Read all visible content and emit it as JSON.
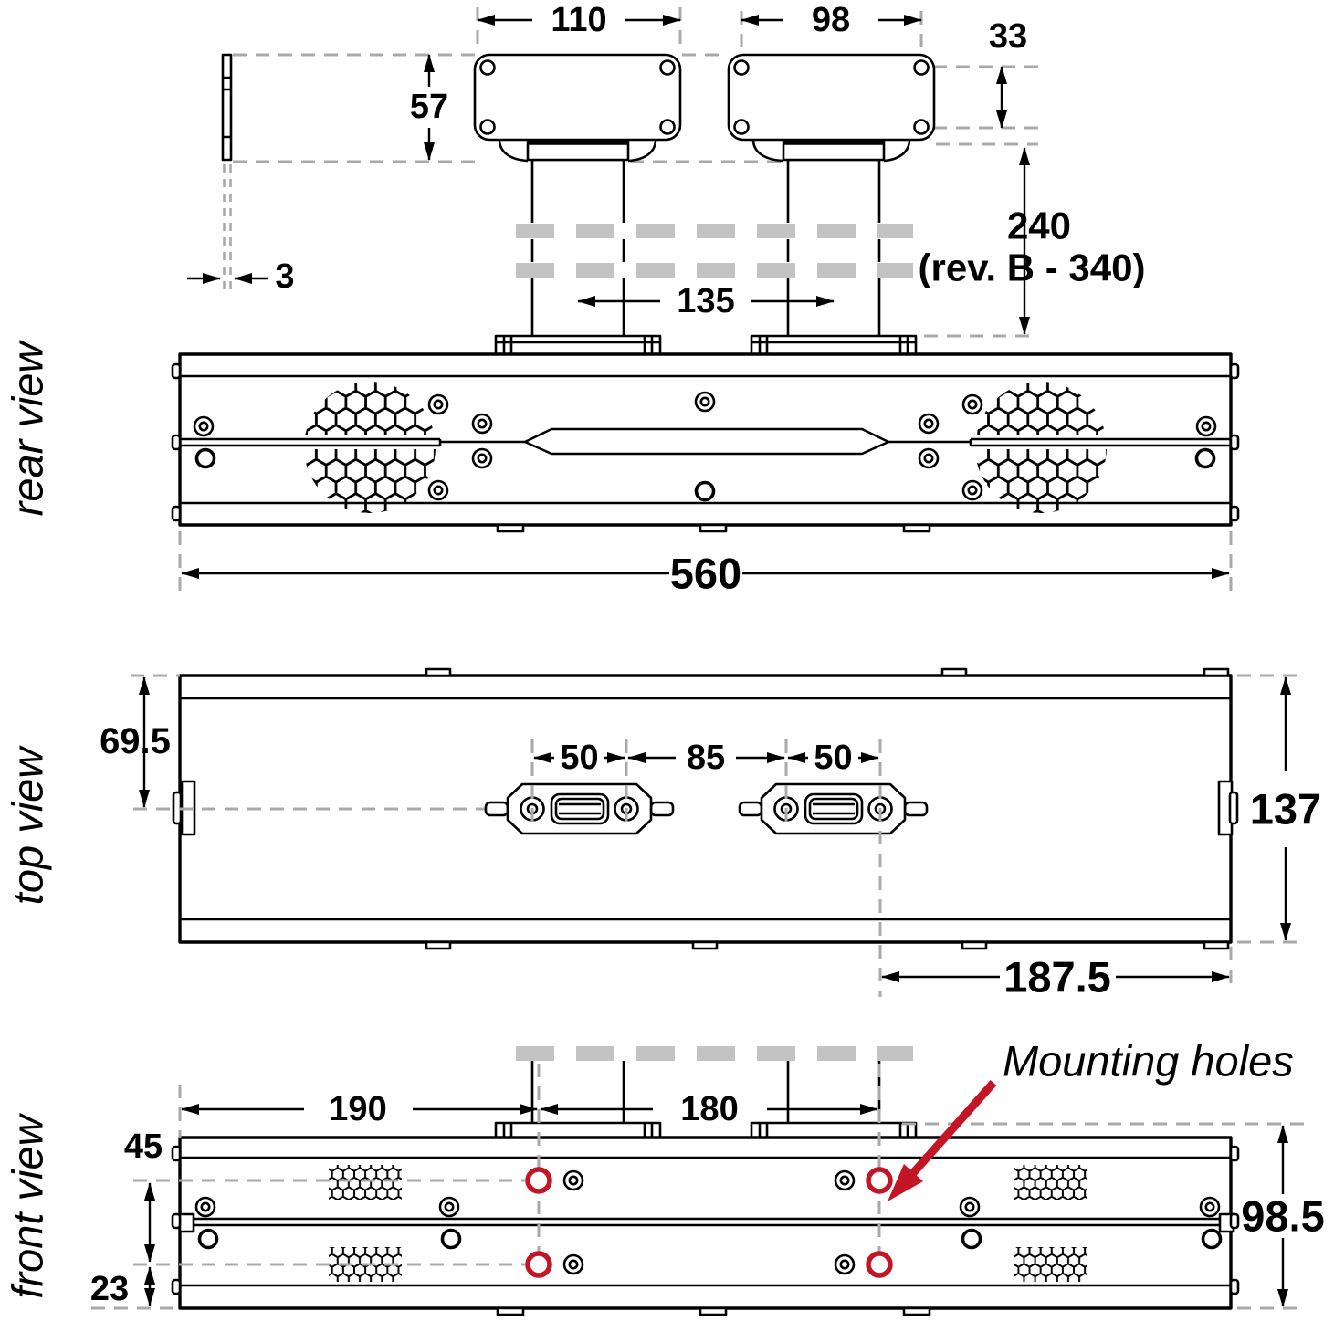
{
  "colors": {
    "line": "#000000",
    "extension_gray": "#a9a9a9",
    "break_gray": "#c3c3c3",
    "red": "#c41527"
  },
  "views": {
    "rear": {
      "label": "rear view",
      "dims": {
        "bracket_width": "110",
        "bracket_hole_spacing": "98",
        "hole_rows": "33",
        "bracket_height": "57",
        "plate_thickness": "3",
        "pole_length": "240",
        "pole_length_alt": "(rev. B - 340)",
        "pole_spacing": "135",
        "body_width": "560"
      }
    },
    "top": {
      "label": "top view",
      "dims": {
        "edge_to_axis": "69.5",
        "slot_left": "50",
        "gap": "85",
        "slot_right": "50",
        "depth": "137",
        "axis_to_edge": "187.5"
      }
    },
    "front": {
      "label": "front view",
      "dims": {
        "edge_to_hole": "190",
        "hole_spacing": "180",
        "row_spacing": "45",
        "bottom_offset": "23",
        "height": "98.5"
      },
      "annotation": "Mounting holes"
    }
  }
}
